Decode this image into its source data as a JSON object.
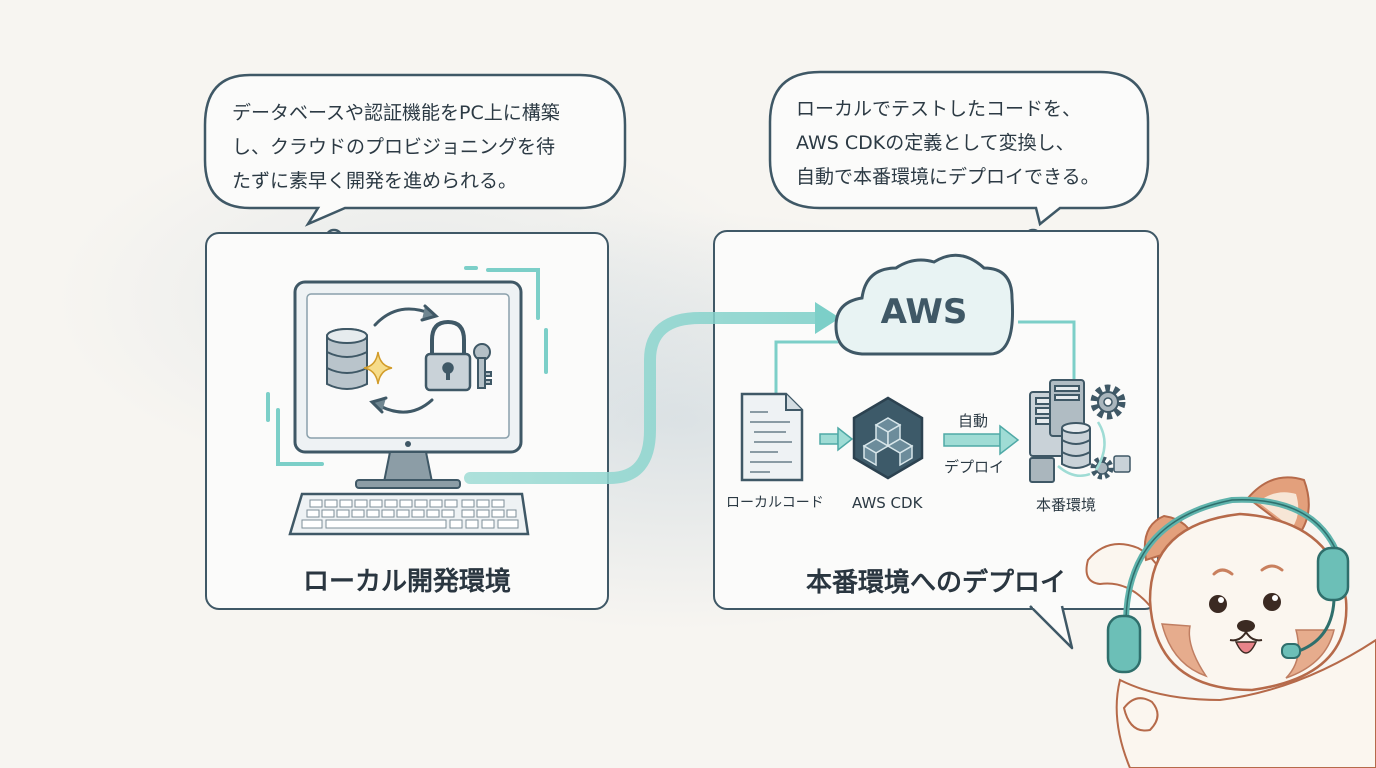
{
  "speech_left": {
    "lines": [
      "データベースや認証機能をPC上に構築",
      "し、クラウドのプロビジョニングを待",
      "たずに素早く開発を進められる。"
    ]
  },
  "speech_right": {
    "lines": [
      "ローカルでテストしたコードを、",
      "AWS CDKの定義として変換し、",
      "自動で本番環境にデプロイできる。"
    ]
  },
  "local_panel": {
    "title": "ローカル開発環境"
  },
  "deploy_panel": {
    "title": "本番環境へのデプロイ",
    "cloud_label": "AWS",
    "local_code_label": "ローカルコード",
    "cdk_label": "AWS CDK",
    "arrow_label_top": "自動",
    "arrow_label_bottom": "デプロイ",
    "prod_label": "本番環境"
  },
  "colors": {
    "ink": "#3f5866",
    "teal": "#7ccfc8",
    "teal_dark": "#4fa9a6",
    "gold": "#e3b23c"
  }
}
